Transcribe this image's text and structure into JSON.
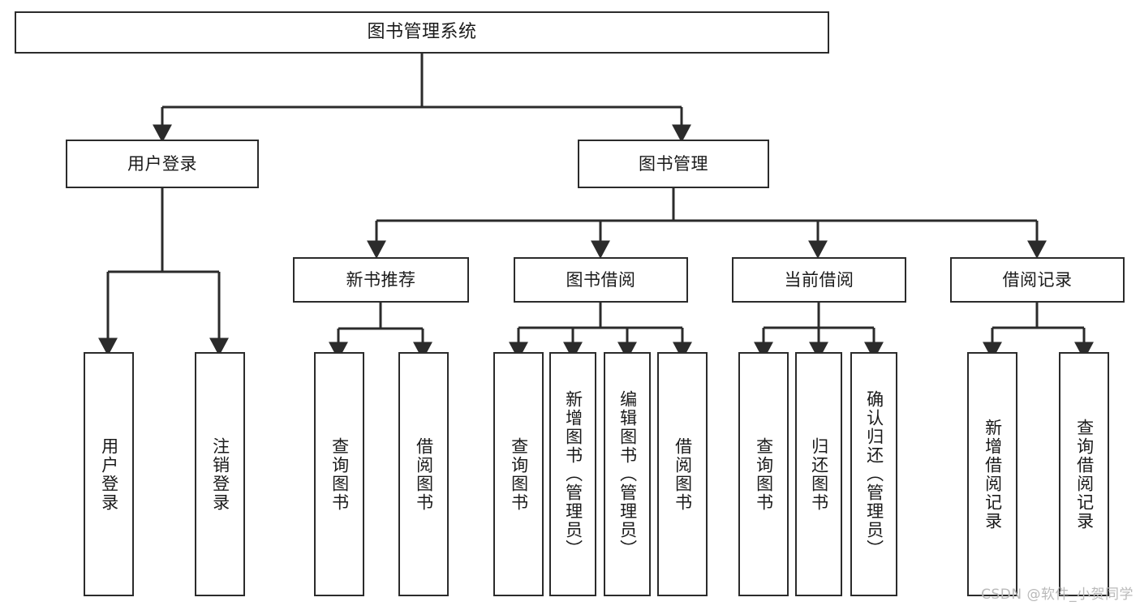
{
  "diagram": {
    "title": "图书管理系统",
    "type": "tree-hierarchy-chart",
    "watermark": "CSDN @软件_小贺同学"
  },
  "nodes": {
    "root": {
      "label": "图书管理系统"
    },
    "level2": [
      {
        "id": "user-login",
        "label": "用户登录"
      },
      {
        "id": "book-manage",
        "label": "图书管理"
      }
    ],
    "level3": [
      {
        "id": "new-book-rec",
        "label": "新书推荐"
      },
      {
        "id": "book-borrow",
        "label": "图书借阅"
      },
      {
        "id": "current-borrow",
        "label": "当前借阅"
      },
      {
        "id": "borrow-record",
        "label": "借阅记录"
      }
    ],
    "leaves": {
      "user_login": [
        {
          "id": "leaf-user-login",
          "label": "用户登录"
        },
        {
          "id": "leaf-logout-login",
          "label": "注销登录"
        }
      ],
      "new_book_rec": [
        {
          "id": "leaf-query-book-1",
          "label": "查询图书"
        },
        {
          "id": "leaf-borrow-book-1",
          "label": "借阅图书"
        }
      ],
      "book_borrow": [
        {
          "id": "leaf-query-book-2",
          "label": "查询图书"
        },
        {
          "id": "leaf-add-book",
          "label": "新增图书（管理员）"
        },
        {
          "id": "leaf-edit-book",
          "label": "编辑图书（管理员）"
        },
        {
          "id": "leaf-borrow-book-2",
          "label": "借阅图书"
        }
      ],
      "current_borrow": [
        {
          "id": "leaf-query-book-3",
          "label": "查询图书"
        },
        {
          "id": "leaf-return-book",
          "label": "归还图书"
        },
        {
          "id": "leaf-confirm-return",
          "label": "确认归还（管理员）"
        }
      ],
      "borrow_record": [
        {
          "id": "leaf-add-record",
          "label": "新增借阅记录"
        },
        {
          "id": "leaf-query-record",
          "label": "查询借阅记录"
        }
      ]
    }
  },
  "style": {
    "border_color": "#2b2b2b",
    "node_fill": "#ffffff",
    "text_color": "#1a1a1a",
    "edge_color": "#2b2b2b",
    "background": "#ffffff",
    "watermark_color": "#b9b9b9"
  }
}
